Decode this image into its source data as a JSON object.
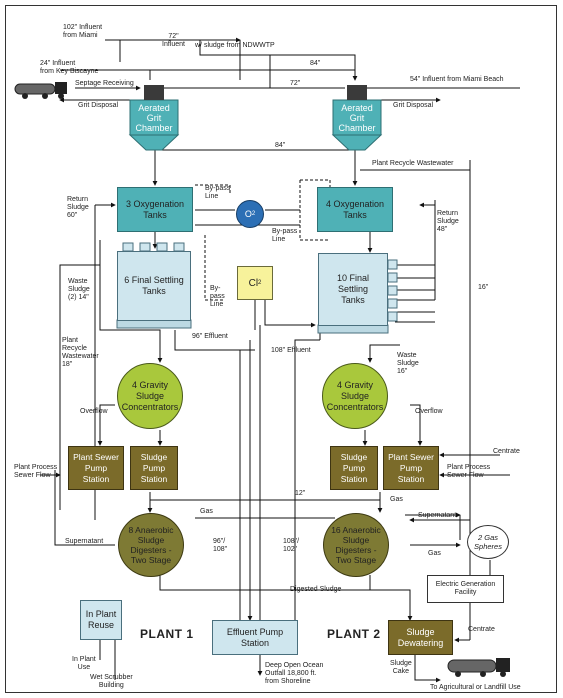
{
  "labels": {
    "inf102": "102\" Influent",
    "inf102b": "from Miami",
    "inf72": "72\"",
    "inf72b": "Influent",
    "sludge_ndwwtp": "w/ sludge from NDWWTP",
    "inf24": "24\" Influent",
    "inf24b": "from Key Biscayne",
    "septage": "Septage Receiving",
    "p84_top": "84\"",
    "p72_mid": "72\"",
    "inf54": "54\" Influent from Miami Beach",
    "grit_left": "Grit Disposal",
    "grit_right": "Grit Disposal",
    "agc1_a": "Aerated",
    "agc1_b": "Grit",
    "agc1_c": "Chamber",
    "agc2_a": "Aerated",
    "agc2_b": "Grit",
    "agc2_c": "Chamber",
    "p84_mid": "84\"",
    "plant_recycle_ww": "Plant Recycle Wastewater",
    "return_sludge_60_a": "Return",
    "return_sludge_60_b": "Sludge",
    "return_sludge_60_c": "60\"",
    "bypass_a1": "By-pass",
    "bypass_a2": "Line",
    "oxy3_a": "3 Oxygenation",
    "oxy3_b": "Tanks",
    "o2": "O",
    "o2_sub": "2",
    "oxy4_a": "4 Oxygenation",
    "oxy4_b": "Tanks",
    "return_sludge_48_a": "Return",
    "return_sludge_48_b": "Sludge",
    "return_sludge_48_c": "48\"",
    "bypass_b1": "By-pass",
    "bypass_b2": "Line",
    "waste_sludge_14_a": "Waste",
    "waste_sludge_14_b": "Sludge",
    "waste_sludge_14_c": "(2) 14\"",
    "fst6_a": "6 Final Settling",
    "fst6_b": "Tanks",
    "bypass_c1": "By-",
    "bypass_c2": "pass",
    "bypass_c3": "Line",
    "cl2": "Cl",
    "cl2_sub": "2",
    "fst10_a": "10 Final",
    "fst10_b": "Settling",
    "fst10_c": "Tanks",
    "p16": "16\"",
    "eff96": "96\" Effluent",
    "eff108": "108\" Effluent",
    "plant_recycle_a": "Plant",
    "plant_recycle_b": "Recycle",
    "plant_recycle_c": "Wastewater",
    "plant_recycle_d": "18\"",
    "waste_sludge_16_a": "Waste",
    "waste_sludge_16_b": "Sludge",
    "waste_sludge_16_c": "16\"",
    "gsc1_a": "4 Gravity",
    "gsc1_b": "Sludge",
    "gsc1_c": "Concentrators",
    "gsc2_a": "4 Gravity",
    "gsc2_b": "Sludge",
    "gsc2_c": "Concentrators",
    "overflow_left": "Overflow",
    "overflow_right": "Overflow",
    "psps1_a": "Plant Sewer",
    "psps1_b": "Pump",
    "psps1_c": "Station",
    "sps1_a": "Sludge",
    "sps1_b": "Pump",
    "sps1_c": "Station",
    "sps2_a": "Sludge",
    "sps2_b": "Pump",
    "sps2_c": "Station",
    "psps2_a": "Plant Sewer",
    "psps2_b": "Pump",
    "psps2_c": "Station",
    "centrate_top": "Centrate",
    "pps_left_a": "Plant Process",
    "pps_left_b": "Sewer Flow",
    "pps_right_a": "Plant Process",
    "pps_right_b": "Sewer Flow",
    "p12": "12\"",
    "gas_a": "Gas",
    "gas_b": "Gas",
    "gas_c": "Gas",
    "supernatant_left": "Supernatant",
    "supernatant_right": "Supernatant",
    "ad8_a": "8 Anaerobic",
    "ad8_b": "Sludge",
    "ad8_c": "Digesters -",
    "ad8_d": "Two Stage",
    "ad16_a": "16 Anaerobic",
    "ad16_b": "Sludge",
    "ad16_c": "Digesters -",
    "ad16_d": "Two Stage",
    "p96_108_a": "96\"/",
    "p96_108_b": "108\"",
    "p108_102_a": "108\"/",
    "p108_102_b": "102\"",
    "gas_spheres_a": "2 Gas",
    "gas_spheres_b": "Spheres",
    "egf_a": "Electric Generation",
    "egf_b": "Facility",
    "digested_sludge": "Digested Sludge",
    "ipr_a": "In Plant",
    "ipr_b": "Reuse",
    "plant1": "PLANT 1",
    "eps_a": "Effluent Pump",
    "eps_b": "Station",
    "plant2": "PLANT 2",
    "sd_a": "Sludge",
    "sd_b": "Dewatering",
    "centrate_bottom": "Centrate",
    "inplant_use_a": "In Plant",
    "inplant_use_b": "Use",
    "wet_scrubber_a": "Wet Scrubber",
    "wet_scrubber_b": "Building",
    "outfall_a": "Deep Open Ocean",
    "outfall_b": "Outfall 18,800 ft.",
    "outfall_c": "from Shoreline",
    "sludge_cake_a": "Sludge",
    "sludge_cake_b": "Cake",
    "ag_landfill": "To Agricultural or Landfill Use"
  },
  "colors": {
    "teal": "#4fb1b6",
    "light_blue": "#cfe6ee",
    "olive": "#7b6b2a",
    "green": "#a9c83c",
    "blue_o2": "#2c6fb5",
    "yellow_cl2": "#f7f29b"
  },
  "icons": [
    "tanker-truck-icon",
    "tanker-truck-icon"
  ]
}
